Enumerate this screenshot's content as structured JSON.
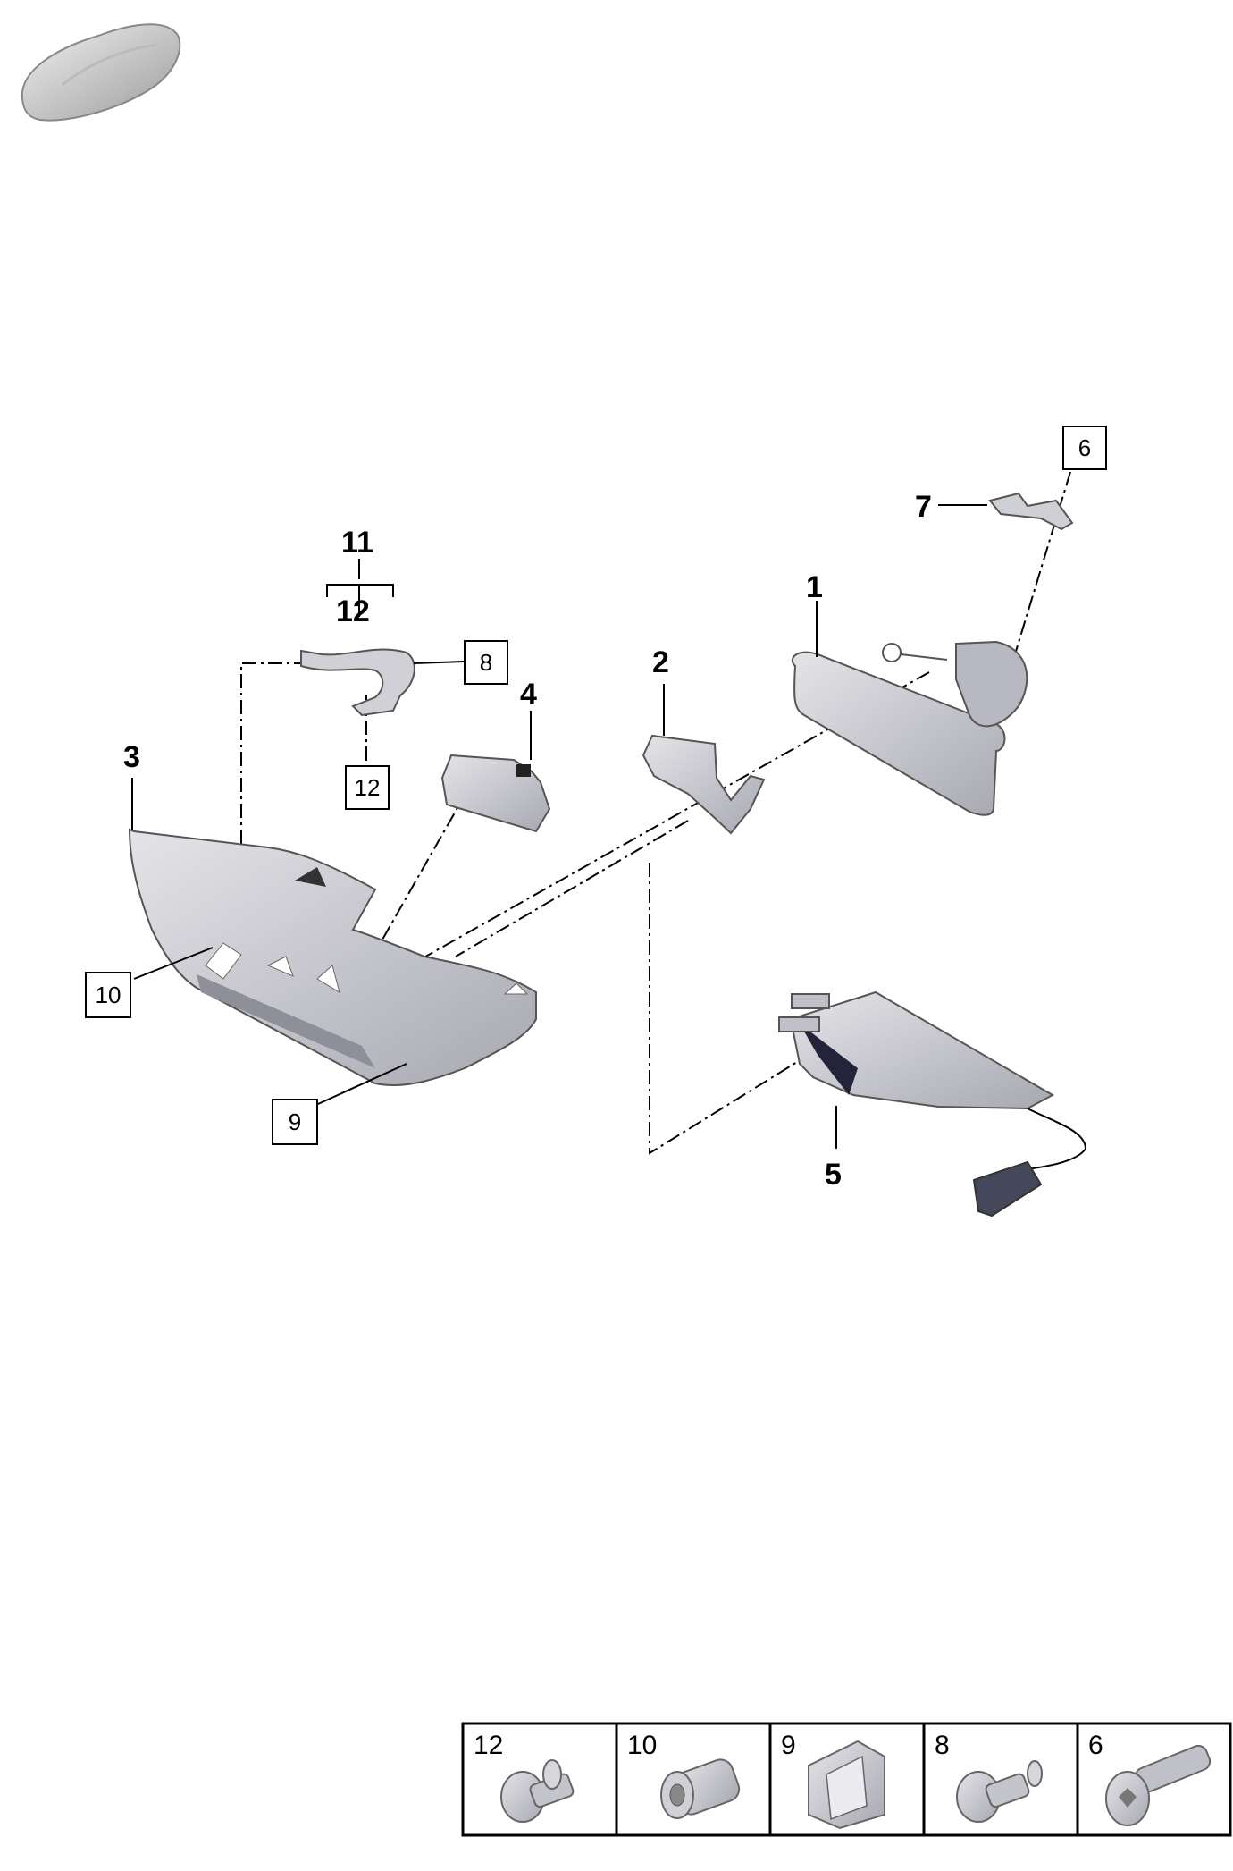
{
  "callouts": {
    "c1": "1",
    "c2": "2",
    "c3": "3",
    "c4": "4",
    "c5": "5",
    "c7": "7",
    "c11": "11",
    "c12": "12"
  },
  "boxed": {
    "b6": "6",
    "b8": "8",
    "b9": "9",
    "b10": "10",
    "b12": "12"
  },
  "fastener_table": [
    {
      "number": "12",
      "icon": "push-rivet-icon"
    },
    {
      "number": "10",
      "icon": "expansion-nut-icon"
    },
    {
      "number": "9",
      "icon": "spring-clip-icon"
    },
    {
      "number": "8",
      "icon": "push-rivet-icon"
    },
    {
      "number": "6",
      "icon": "torx-screw-icon"
    }
  ],
  "colors": {
    "part_fill": "#c8c8cc",
    "part_shade": "#9a9aa6",
    "ink": "#000000"
  }
}
